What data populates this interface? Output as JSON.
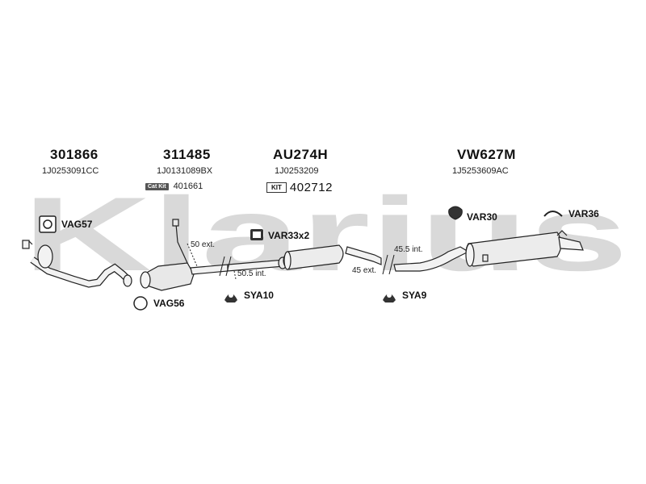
{
  "watermark": "Klarius",
  "parts": [
    {
      "part_no": "301866",
      "oem": "1J0253091CC"
    },
    {
      "part_no": "311485",
      "oem": "1J0131089BX"
    },
    {
      "part_no": "AU274H",
      "oem": "1J0253209"
    },
    {
      "part_no": "VW627M",
      "oem": "1J5253609AC"
    }
  ],
  "cat_kit": {
    "badge": "Cat Kit",
    "code": "401661"
  },
  "kit": {
    "badge": "KIT",
    "code": "402712"
  },
  "accessories": {
    "vag57": "VAG57",
    "vag56": "VAG56",
    "var33": "VAR33x2",
    "var30": "VAR30",
    "var36": "VAR36",
    "sya10": "SYA10",
    "sya9": "SYA9"
  },
  "dimensions": {
    "ext50": "50 ext.",
    "int50_5": "50.5 int.",
    "int45_5": "45.5 int.",
    "ext45": "45 ext."
  },
  "colors": {
    "watermark": "#d9d9d9",
    "line": "#222222",
    "fill": "#efefef"
  }
}
